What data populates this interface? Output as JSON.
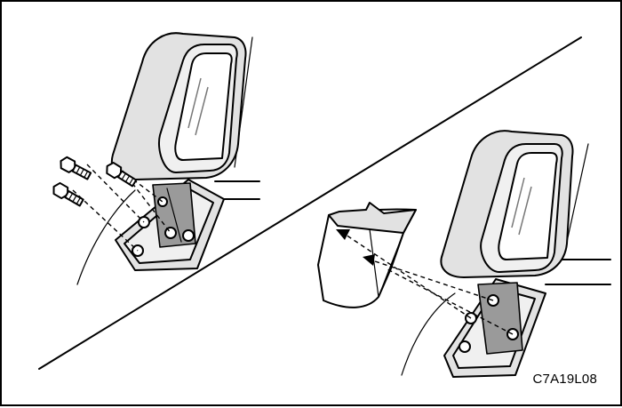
{
  "figure": {
    "code": "C7A19L08",
    "steps": [
      {
        "id": "step-1",
        "parts": [
          "outside-mirror",
          "mirror-bolts"
        ]
      },
      {
        "id": "step-2",
        "parts": [
          "outside-mirror",
          "mirror-cover-panel"
        ]
      }
    ]
  },
  "colors": {
    "line": "#000000",
    "shade": "#e2e2e2",
    "dark_shade": "#9a9a9a",
    "background": "#ffffff"
  }
}
